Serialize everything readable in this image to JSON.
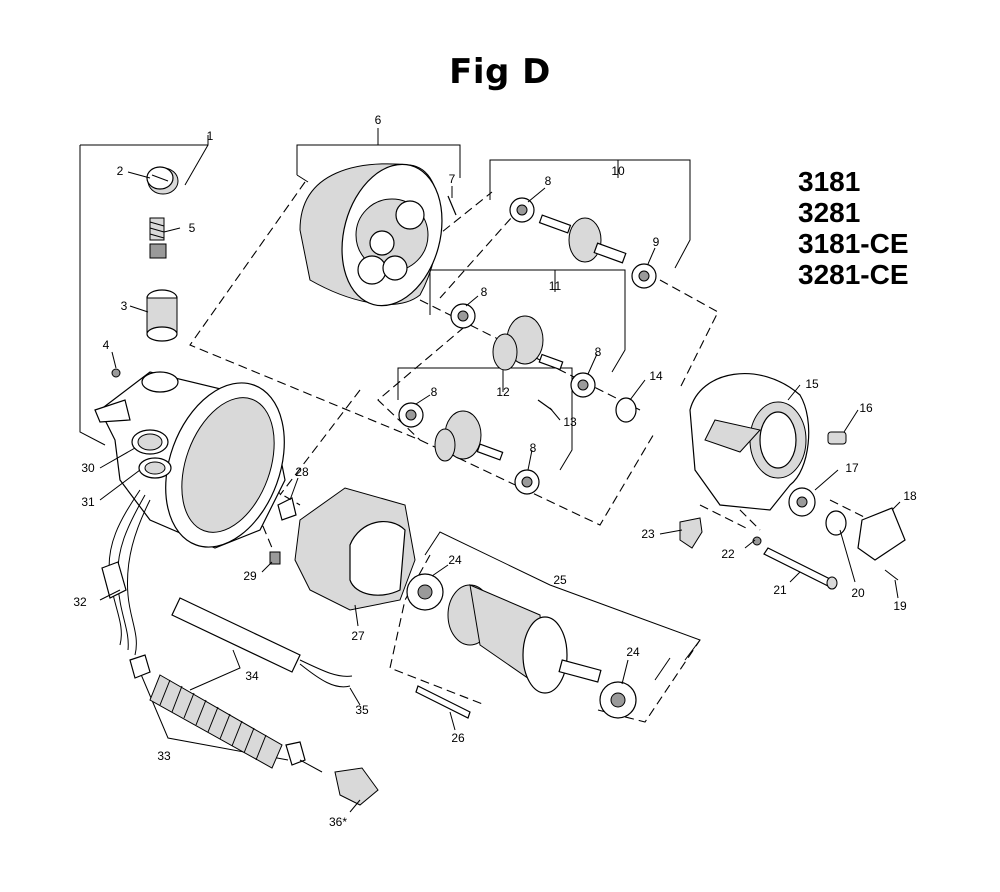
{
  "figure": {
    "title": "Fig D",
    "models": [
      "3181",
      "3281",
      "3181-CE",
      "3281-CE"
    ]
  },
  "callouts": [
    {
      "id": "c1",
      "label": "1"
    },
    {
      "id": "c2",
      "label": "2"
    },
    {
      "id": "c3",
      "label": "3"
    },
    {
      "id": "c4",
      "label": "4"
    },
    {
      "id": "c5",
      "label": "5"
    },
    {
      "id": "c6",
      "label": "6"
    },
    {
      "id": "c7",
      "label": "7"
    },
    {
      "id": "c8a",
      "label": "8"
    },
    {
      "id": "c8b",
      "label": "8"
    },
    {
      "id": "c8c",
      "label": "8"
    },
    {
      "id": "c8d",
      "label": "8"
    },
    {
      "id": "c8e",
      "label": "8"
    },
    {
      "id": "c9",
      "label": "9"
    },
    {
      "id": "c10",
      "label": "10"
    },
    {
      "id": "c11",
      "label": "11"
    },
    {
      "id": "c12",
      "label": "12"
    },
    {
      "id": "c13",
      "label": "13"
    },
    {
      "id": "c14",
      "label": "14"
    },
    {
      "id": "c15",
      "label": "15"
    },
    {
      "id": "c16",
      "label": "16"
    },
    {
      "id": "c17",
      "label": "17"
    },
    {
      "id": "c18",
      "label": "18"
    },
    {
      "id": "c19",
      "label": "19"
    },
    {
      "id": "c20",
      "label": "20"
    },
    {
      "id": "c21",
      "label": "21"
    },
    {
      "id": "c22",
      "label": "22"
    },
    {
      "id": "c23",
      "label": "23"
    },
    {
      "id": "c24a",
      "label": "24"
    },
    {
      "id": "c24b",
      "label": "24"
    },
    {
      "id": "c25",
      "label": "25"
    },
    {
      "id": "c26",
      "label": "26"
    },
    {
      "id": "c27",
      "label": "27"
    },
    {
      "id": "c28",
      "label": "28"
    },
    {
      "id": "c29",
      "label": "29"
    },
    {
      "id": "c30",
      "label": "30"
    },
    {
      "id": "c31",
      "label": "31"
    },
    {
      "id": "c32",
      "label": "32"
    },
    {
      "id": "c33",
      "label": "33"
    },
    {
      "id": "c34",
      "label": "34"
    },
    {
      "id": "c35",
      "label": "35"
    },
    {
      "id": "c36",
      "label": "36*"
    }
  ]
}
